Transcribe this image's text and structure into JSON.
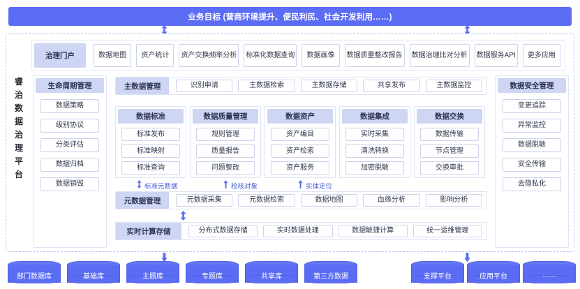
{
  "banner": {
    "title": "业务目标 (营商环境提升、便民利民、社会开发利用……)"
  },
  "platform": {
    "brand_chars": [
      "睿",
      "治",
      "数",
      "据",
      "治",
      "理",
      "平",
      "台"
    ],
    "brand_text": "睿治数据治理平台"
  },
  "top_nav": {
    "title": "治理门户",
    "items": [
      {
        "label": "数据\n地图"
      },
      {
        "label": "资产\n统计"
      },
      {
        "label": "资产交换\n频率分析"
      },
      {
        "label": "标准化\n数据查询"
      },
      {
        "label": "数据\n画像"
      },
      {
        "label": "数据质量\n整改报告"
      },
      {
        "label": "数据治理\n比对分析"
      },
      {
        "label": "数据服务\nAPI"
      },
      {
        "label": "更多\n应用"
      }
    ]
  },
  "master_data_bar": {
    "title": "主数据管理",
    "items": [
      "识别申请",
      "主数据检索",
      "主数据存储",
      "共享发布",
      "主数据监控"
    ]
  },
  "metadata_bar": {
    "title": "元数据管理",
    "items": [
      "元数据采集",
      "元数据检索",
      "数据地图",
      "血缘分析",
      "影响分析"
    ]
  },
  "realtime_bar": {
    "title": "实时计算存储",
    "items": [
      "分布式数据存储",
      "实时数据处理",
      "数据敏捷计算",
      "统一运维管理"
    ]
  },
  "lifecycle_panel": {
    "title": "生命周期管理",
    "items": [
      "数据策略",
      "级别协议",
      "分类评估",
      "数据归档",
      "数据销毁"
    ]
  },
  "security_panel": {
    "title": "数据安全管理",
    "items": [
      "变更追踪",
      "异常监控",
      "数据脱敏",
      "安全传输",
      "去隐私化"
    ]
  },
  "mid_panels": [
    {
      "title": "数据标准",
      "items": [
        "标准发布",
        "标准映射",
        "标准查询"
      ]
    },
    {
      "title": "数据质量管理",
      "items": [
        "规则管理",
        "质量报告",
        "问题整改"
      ]
    },
    {
      "title": "数据资产",
      "items": [
        "资产编目",
        "资产检索",
        "资产服务"
      ]
    },
    {
      "title": "数据集成",
      "items": [
        "实时采集",
        "清洗转换",
        "加密脱敏"
      ]
    },
    {
      "title": "数据交换",
      "items": [
        "数据传输",
        "节点管理",
        "交换审批"
      ]
    }
  ],
  "flow_labels": [
    {
      "label": "标准元数据",
      "icon": "double-arrow-icon"
    },
    {
      "label": "检核对象",
      "icon": "up-arrow-icon"
    },
    {
      "label": "实体定位",
      "icon": "up-arrow-icon"
    }
  ],
  "data_sources": [
    {
      "label": "部门数据库"
    },
    {
      "label": "基础库"
    },
    {
      "label": "主题库"
    },
    {
      "label": "专题库"
    },
    {
      "label": "共享库"
    },
    {
      "label": "第三方数据"
    }
  ],
  "platforms": [
    {
      "label": "支撑平台"
    },
    {
      "label": "应用平台"
    },
    {
      "label": "……"
    }
  ],
  "colors": {
    "brand_blue": "#5b6cf5",
    "head_lavender": "#ced6f4",
    "chip_border": "#ccd3ef",
    "flow_text": "#4a5bd6",
    "dashed_border": "#b9c2ee"
  }
}
